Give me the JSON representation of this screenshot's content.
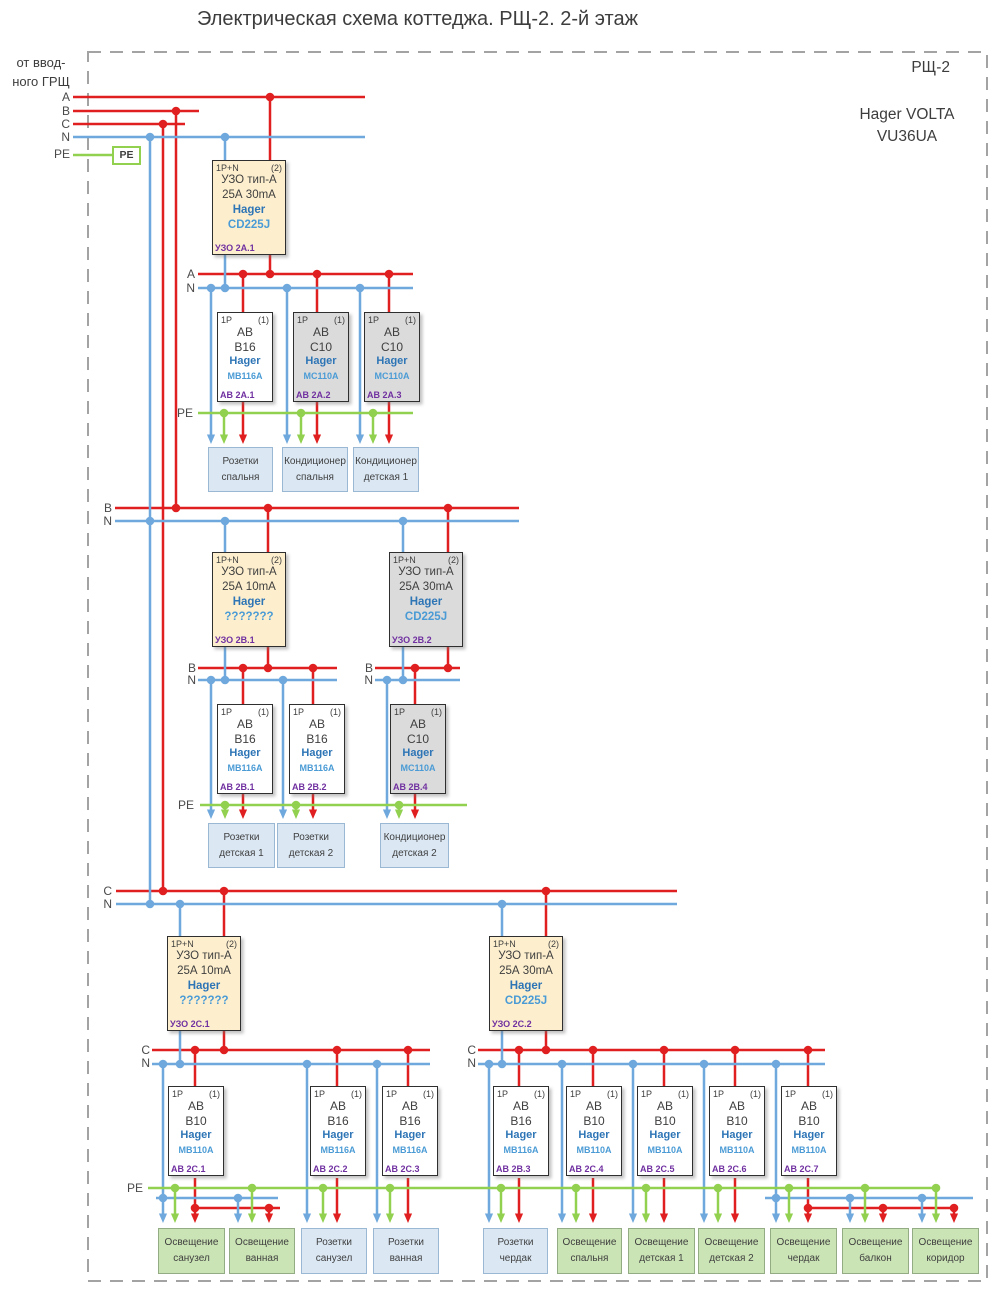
{
  "title": "Электрическая схема коттеджа. РЩ-2. 2-й этаж",
  "source_label": {
    "line1": "от ввод-",
    "line2": "ного ГРЩ"
  },
  "panel": {
    "name": "РЩ-2",
    "model_line1": "Hager VOLTA",
    "model_line2": "VU36UA"
  },
  "bus": {
    "a": "A",
    "b": "B",
    "c": "C",
    "n": "N",
    "pe": "PE"
  },
  "pe_terminal": "PE",
  "colors": {
    "phase": "#e02020",
    "neutral": "#6fa8dc",
    "pe": "#92d050",
    "tag": "#7030a0",
    "brand": "#2e75b6",
    "rcd_fill": "#fdefce",
    "reserve_fill": "#dbdbdb",
    "load_socket_fill": "#dbe8f4",
    "load_light_fill": "#cbe4b5"
  },
  "uzo": [
    {
      "poles": "1P+N",
      "count": "(2)",
      "kind": "УЗО тип-А",
      "rating": "25А  30mA",
      "brand": "Hager",
      "model": "CD225J",
      "tag": "УЗО 2А.1"
    },
    {
      "poles": "1P+N",
      "count": "(2)",
      "kind": "УЗО тип-А",
      "rating": "25А  10mA",
      "brand": "Hager",
      "model": "???????",
      "tag": "УЗО 2В.1"
    },
    {
      "poles": "1P+N",
      "count": "(2)",
      "kind": "УЗО тип-А",
      "rating": "25А  30mA",
      "brand": "Hager",
      "model": "CD225J",
      "tag": "УЗО 2В.2"
    },
    {
      "poles": "1P+N",
      "count": "(2)",
      "kind": "УЗО тип-А",
      "rating": "25А  10mA",
      "brand": "Hager",
      "model": "???????",
      "tag": "УЗО 2С.1"
    },
    {
      "poles": "1P+N",
      "count": "(2)",
      "kind": "УЗО тип-А",
      "rating": "25А  30mA",
      "brand": "Hager",
      "model": "CD225J",
      "tag": "УЗО 2С.2"
    }
  ],
  "avs": [
    {
      "poles": "1P",
      "count": "(1)",
      "kind": "АВ",
      "rating": "B16",
      "brand": "Hager",
      "model": "MB116A",
      "tag": "АВ 2А.1"
    },
    {
      "poles": "1P",
      "count": "(1)",
      "kind": "АВ",
      "rating": "C10",
      "brand": "Hager",
      "model": "MC110A",
      "tag": "АВ 2А.2"
    },
    {
      "poles": "1P",
      "count": "(1)",
      "kind": "АВ",
      "rating": "C10",
      "brand": "Hager",
      "model": "MC110A",
      "tag": "АВ 2А.3"
    },
    {
      "poles": "1P",
      "count": "(1)",
      "kind": "АВ",
      "rating": "B16",
      "brand": "Hager",
      "model": "MB116A",
      "tag": "АВ 2В.1"
    },
    {
      "poles": "1P",
      "count": "(1)",
      "kind": "АВ",
      "rating": "B16",
      "brand": "Hager",
      "model": "MB116A",
      "tag": "АВ 2В.2"
    },
    {
      "poles": "1P",
      "count": "(1)",
      "kind": "АВ",
      "rating": "C10",
      "brand": "Hager",
      "model": "MC110A",
      "tag": "АВ 2В.4"
    },
    {
      "poles": "1P",
      "count": "(1)",
      "kind": "АВ",
      "rating": "B10",
      "brand": "Hager",
      "model": "MB110A",
      "tag": "АВ 2С.1"
    },
    {
      "poles": "1P",
      "count": "(1)",
      "kind": "АВ",
      "rating": "B16",
      "brand": "Hager",
      "model": "MB116A",
      "tag": "АВ 2С.2"
    },
    {
      "poles": "1P",
      "count": "(1)",
      "kind": "АВ",
      "rating": "B16",
      "brand": "Hager",
      "model": "MB116A",
      "tag": "АВ 2С.3"
    },
    {
      "poles": "1P",
      "count": "(1)",
      "kind": "АВ",
      "rating": "B16",
      "brand": "Hager",
      "model": "MB116A",
      "tag": "АВ 2В.3"
    },
    {
      "poles": "1P",
      "count": "(1)",
      "kind": "АВ",
      "rating": "B10",
      "brand": "Hager",
      "model": "MB110A",
      "tag": "АВ 2С.4"
    },
    {
      "poles": "1P",
      "count": "(1)",
      "kind": "АВ",
      "rating": "B10",
      "brand": "Hager",
      "model": "MB110A",
      "tag": "АВ 2С.5"
    },
    {
      "poles": "1P",
      "count": "(1)",
      "kind": "АВ",
      "rating": "B10",
      "brand": "Hager",
      "model": "MB110A",
      "tag": "АВ 2С.6"
    },
    {
      "poles": "1P",
      "count": "(1)",
      "kind": "АВ",
      "rating": "B10",
      "brand": "Hager",
      "model": "MB110A",
      "tag": "АВ 2С.7"
    }
  ],
  "loads": [
    {
      "l1": "Розетки",
      "l2": "спальня"
    },
    {
      "l1": "Кондиционер",
      "l2": "спальня"
    },
    {
      "l1": "Кондиционер",
      "l2": "детская 1"
    },
    {
      "l1": "Розетки",
      "l2": "детская 1"
    },
    {
      "l1": "Розетки",
      "l2": "детская 2"
    },
    {
      "l1": "Кондиционер",
      "l2": "детская 2"
    },
    {
      "l1": "Освещение",
      "l2": "санузел"
    },
    {
      "l1": "Освещение",
      "l2": "ванная"
    },
    {
      "l1": "Розетки",
      "l2": "санузел"
    },
    {
      "l1": "Розетки",
      "l2": "ванная"
    },
    {
      "l1": "Розетки",
      "l2": "чердак"
    },
    {
      "l1": "Освещение",
      "l2": "спальня"
    },
    {
      "l1": "Освещение",
      "l2": "детская 1"
    },
    {
      "l1": "Освещение",
      "l2": "детская 2"
    },
    {
      "l1": "Освещение",
      "l2": "чердак"
    },
    {
      "l1": "Освещение",
      "l2": "балкон"
    },
    {
      "l1": "Освещение",
      "l2": "коридор"
    }
  ]
}
